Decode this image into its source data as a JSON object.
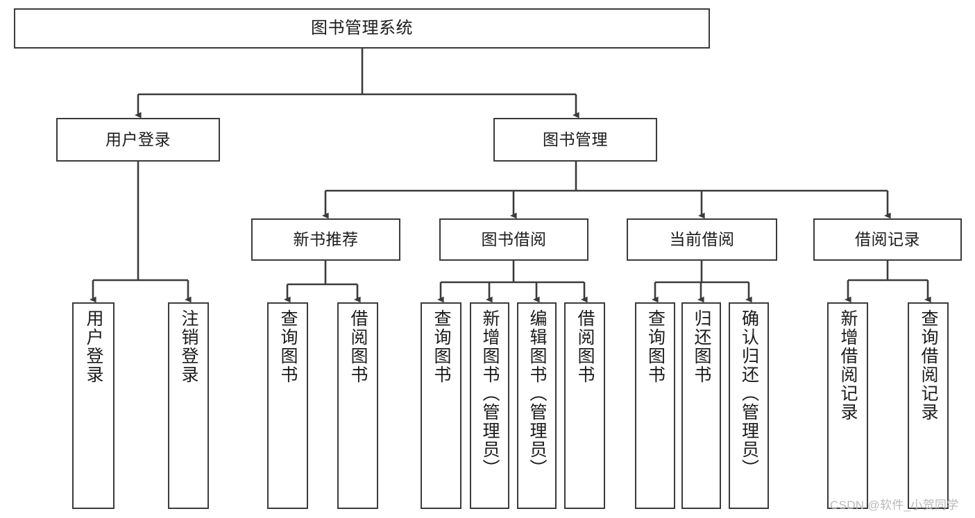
{
  "diagram": {
    "type": "tree",
    "title": "图书管理系统",
    "watermark": "CSDN @软件_小贺同学",
    "colors": {
      "box_border": "#3b3b3b",
      "edge": "#3b3b3b",
      "background": "#ffffff",
      "text": "#1b1b1b",
      "watermark": "#b9b9b9"
    },
    "nodes": {
      "root": {
        "label": "图书管理系统"
      },
      "level1": [
        {
          "label": "用户登录"
        },
        {
          "label": "图书管理"
        }
      ],
      "level2": [
        {
          "label": "新书推荐"
        },
        {
          "label": "图书借阅"
        },
        {
          "label": "当前借阅"
        },
        {
          "label": "借阅记录"
        }
      ],
      "leaves_user_login": [
        {
          "label": "用户登录"
        },
        {
          "label": "注销登录"
        }
      ],
      "leaves_new_book": [
        {
          "label": "查询图书"
        },
        {
          "label": "借阅图书"
        }
      ],
      "leaves_borrow": [
        {
          "label": "查询图书"
        },
        {
          "label": "新增图书（管理员）"
        },
        {
          "label": "编辑图书（管理员）"
        },
        {
          "label": "借阅图书"
        }
      ],
      "leaves_current": [
        {
          "label": "查询图书"
        },
        {
          "label": "归还图书"
        },
        {
          "label": "确认归还（管理员）"
        }
      ],
      "leaves_record": [
        {
          "label": "新增借阅记录"
        },
        {
          "label": "查询借阅记录"
        }
      ]
    }
  }
}
